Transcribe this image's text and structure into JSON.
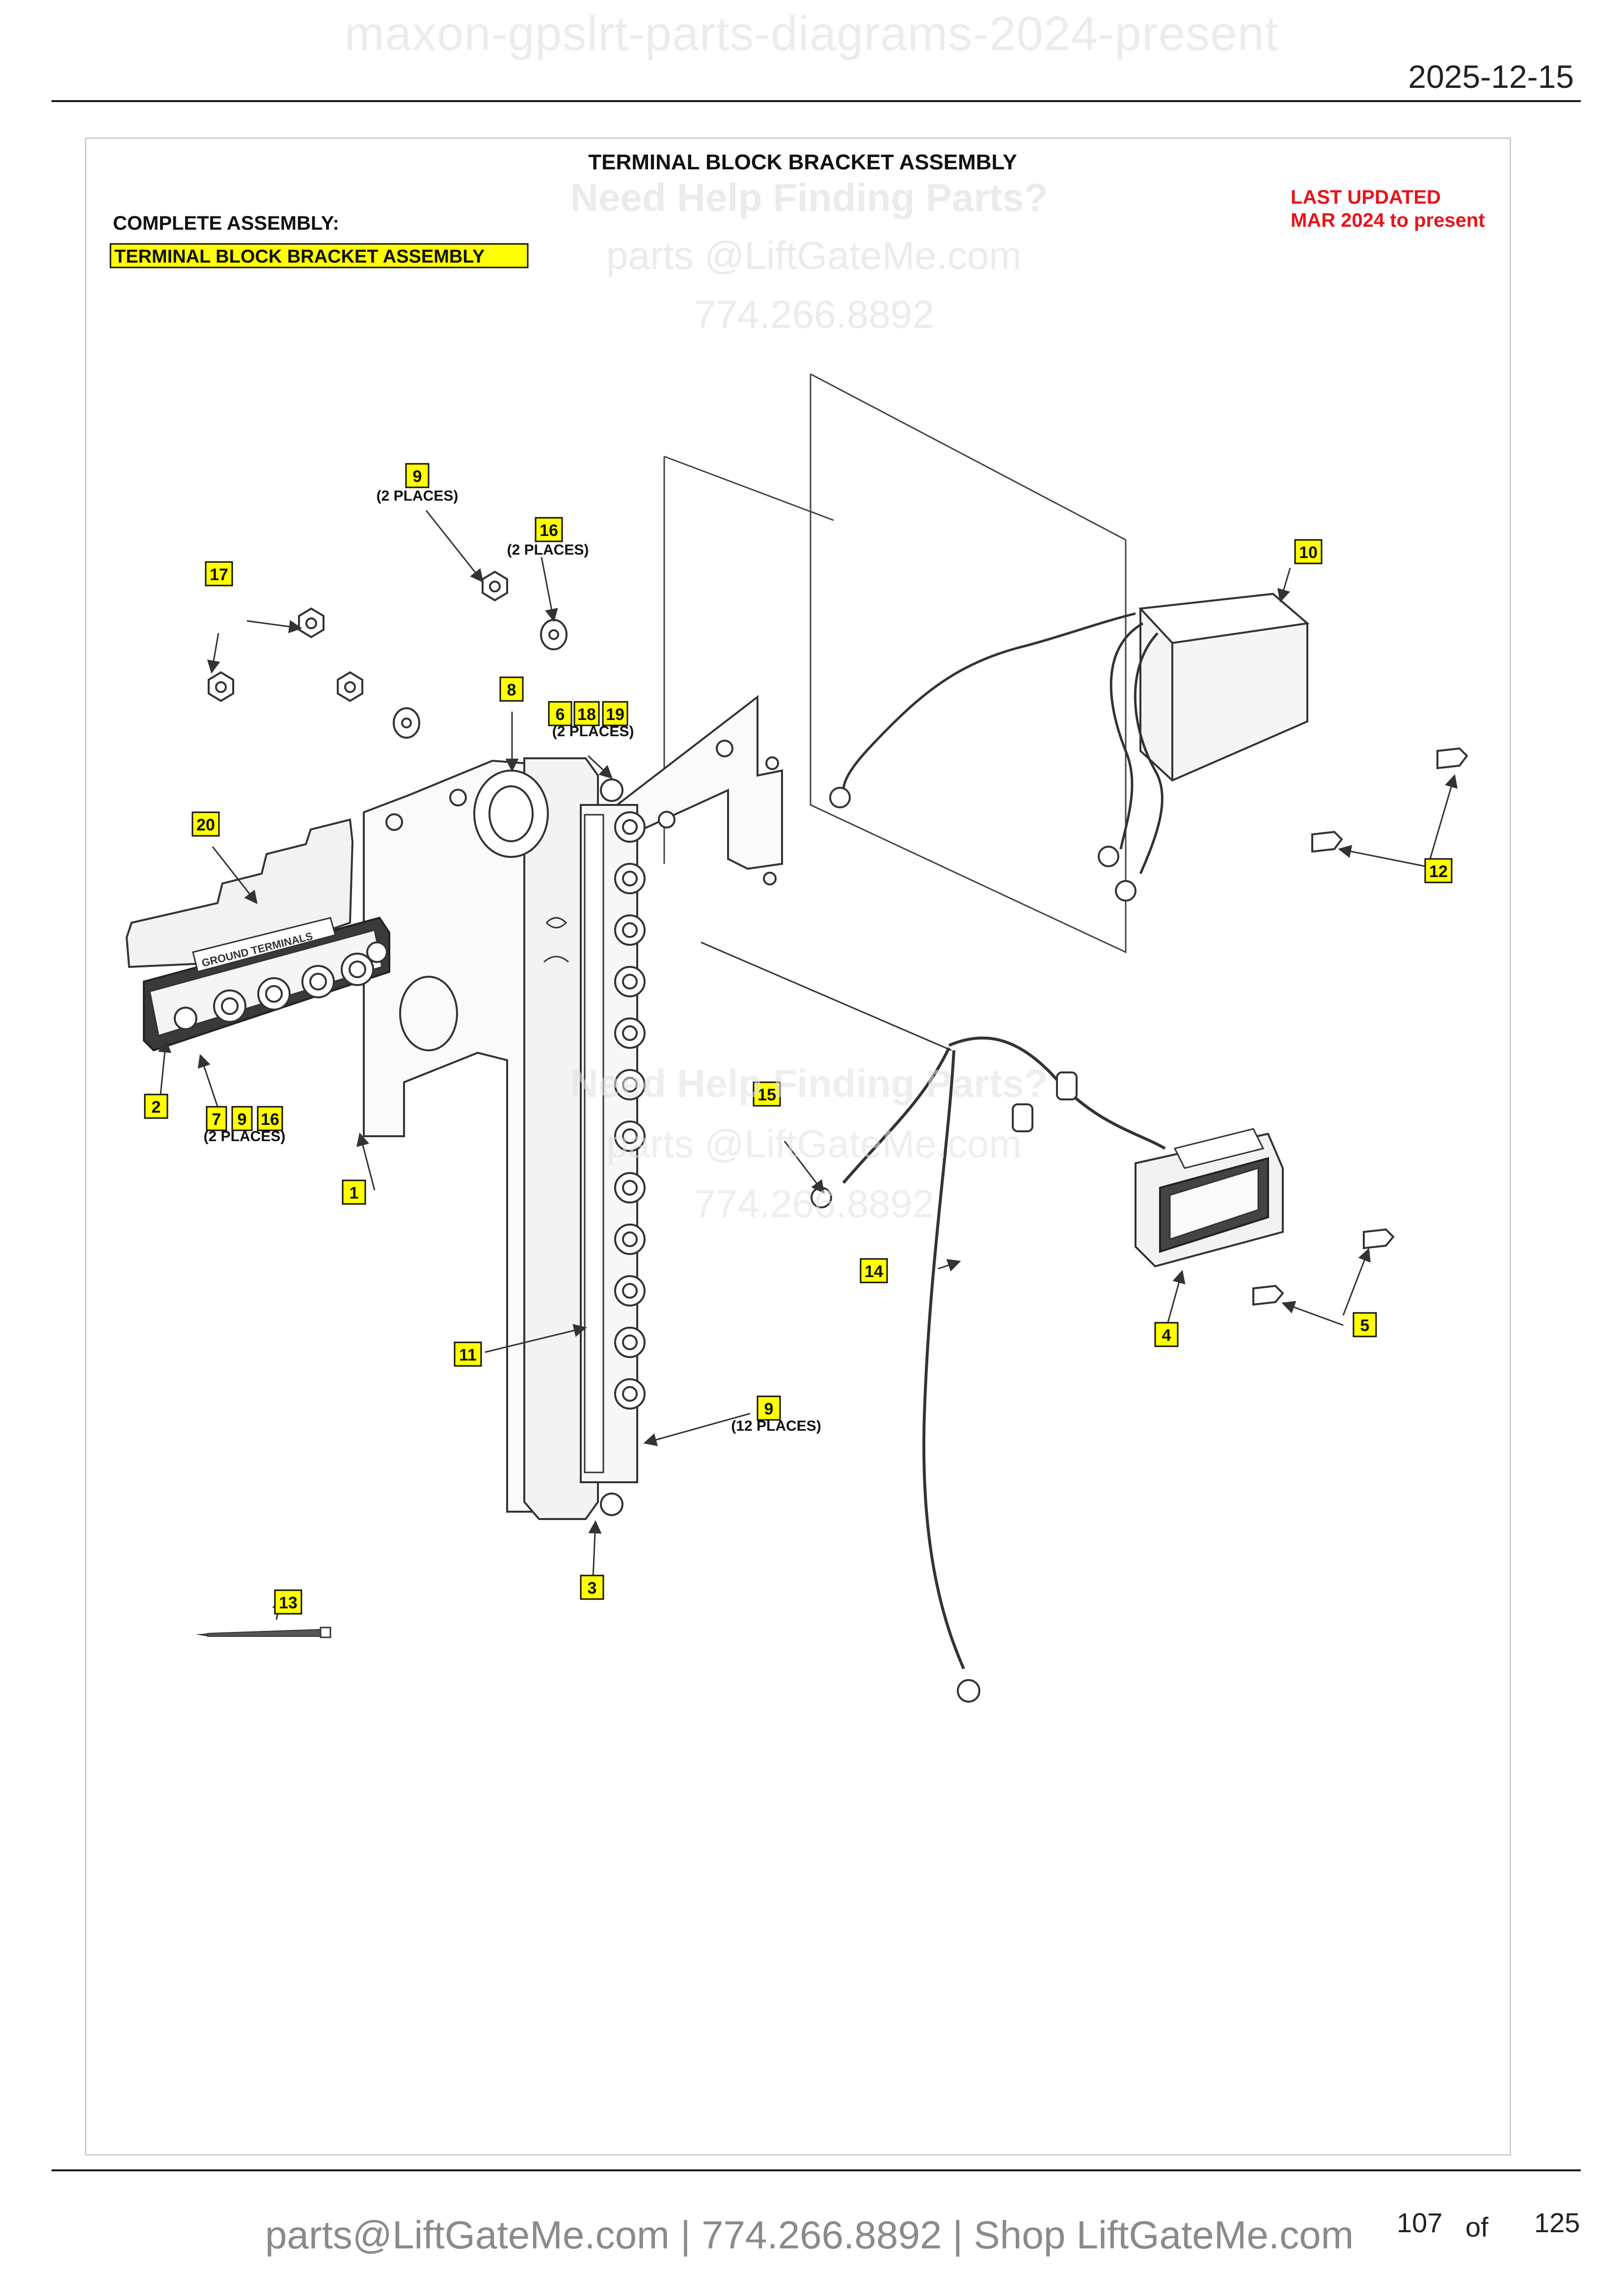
{
  "page": {
    "watermark": "maxon-gpslrt-parts-diagrams-2024-present",
    "date": "2025-12-15",
    "footer": "parts@LiftGateMe.com | 774.266.8892 | Shop LiftGateMe.com",
    "page_number": "107",
    "of_label": "of",
    "total_pages": "125"
  },
  "diagram": {
    "title": "TERMINAL BLOCK BRACKET ASSEMBLY",
    "complete_assembly_label": "COMPLETE ASSEMBLY:",
    "complete_assembly_name": "TERMINAL BLOCK BRACKET ASSEMBLY",
    "last_updated_line1": "LAST UPDATED",
    "last_updated_line2": "MAR 2024 to present",
    "help_watermark": {
      "line1": "Need Help Finding Parts?",
      "line2": "parts @LiftGateMe.com",
      "line3": "774.266.8892"
    },
    "ground_terminals_text": "GROUND TERMINALS",
    "callouts": {
      "c1": "1",
      "c2": "2",
      "c3": "3",
      "c4": "4",
      "c5": "5",
      "c6": "6",
      "c7": "7",
      "c8": "8",
      "c9a": "9",
      "c9b": "9",
      "c9c": "9",
      "c10": "10",
      "c11": "11",
      "c12": "12",
      "c13": "13",
      "c14": "14",
      "c15": "15",
      "c16a": "16",
      "c16b": "16",
      "c17": "17",
      "c18": "18",
      "c19": "19",
      "c20": "20"
    },
    "notes": {
      "nine_two_places": "(2 PLACES)",
      "sixteen_two_places": "(2 PLACES)",
      "six_eighteen_nineteen_two_places": "(2 PLACES)",
      "seven_nine_sixteen_two_places": "(2 PLACES)",
      "nine_twelve_places": "(12 PLACES)"
    }
  },
  "colors": {
    "callout_fill": "#ffff00",
    "last_updated": "#e8141b",
    "line": "#333333",
    "watermark": "#e6e6e6"
  }
}
